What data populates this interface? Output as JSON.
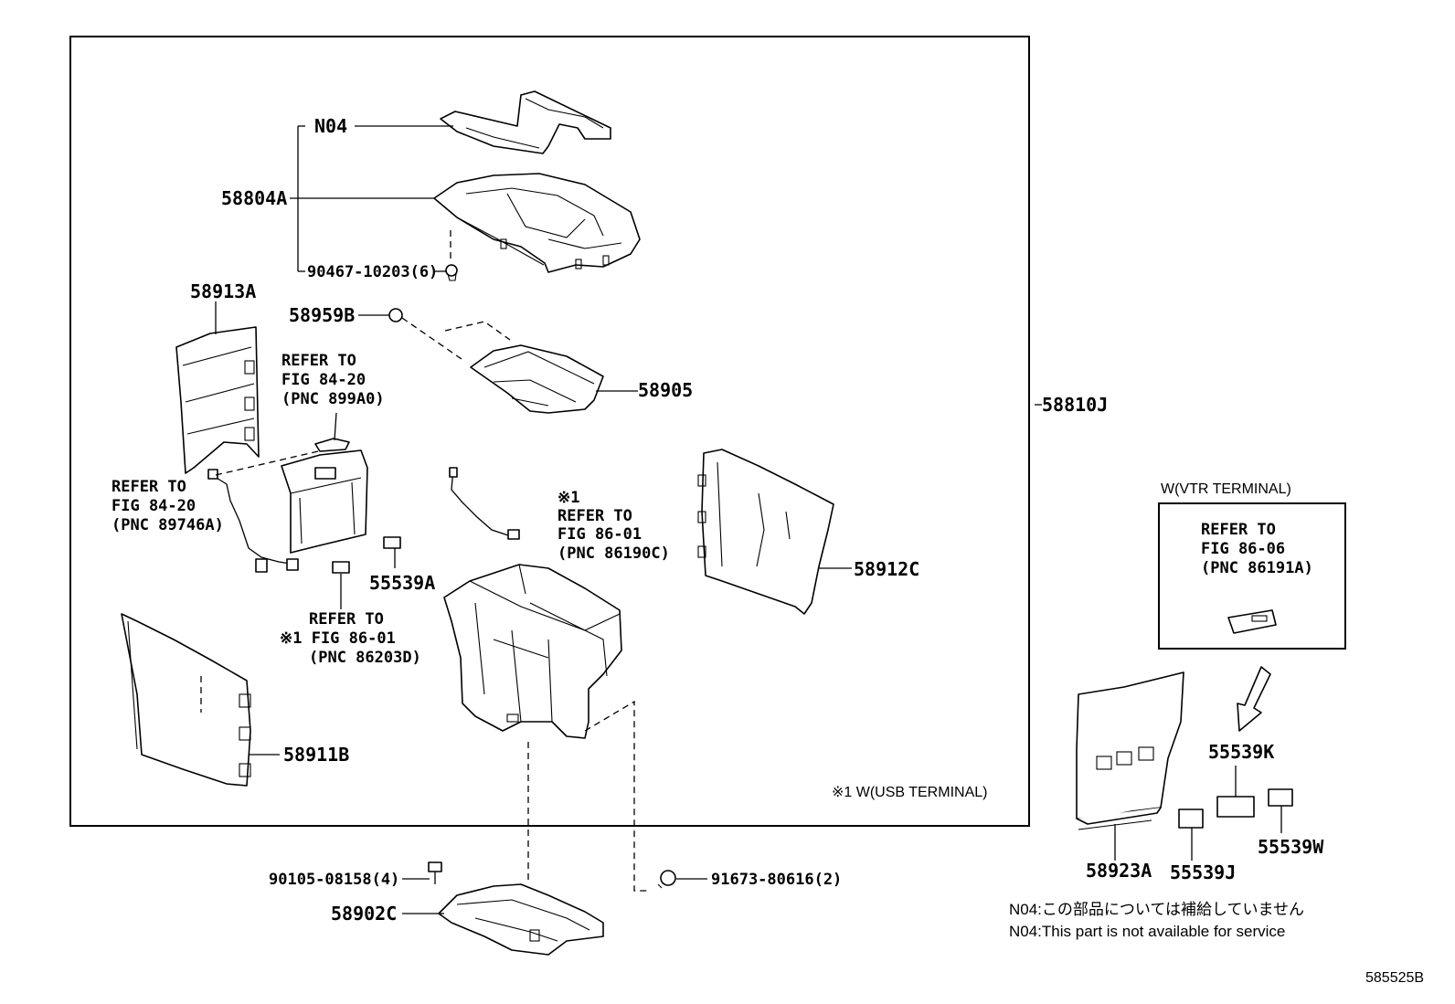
{
  "labels": {
    "n04": "N04",
    "p58804a": "58804A",
    "p90467": "90467-10203(6)",
    "p58913a": "58913A",
    "p58959b": "58959B",
    "p58905": "58905",
    "p58810j": "58810J",
    "p58912c": "58912C",
    "p55539a": "55539A",
    "p58911b": "58911B",
    "p90105": "90105-08158(4)",
    "p58902c": "58902C",
    "p91673": "91673-80616(2)",
    "p55539k": "55539K",
    "p58923a": "58923A",
    "p55539j": "55539J",
    "p55539w": "55539W",
    "diagram_code": "585525B"
  },
  "refs": {
    "ref1": [
      "REFER TO",
      "FIG 84-20",
      "(PNC 899A0)"
    ],
    "ref2": [
      "REFER TO",
      "FIG 84-20",
      "(PNC 89746A)"
    ],
    "ref3": [
      "※1",
      "REFER TO",
      "FIG 86-01",
      "(PNC 86190C)"
    ],
    "ref4": [
      "REFER TO",
      "※1 FIG 86-01",
      "(PNC 86203D)"
    ],
    "ref5": [
      "REFER TO",
      "FIG 86-06",
      "(PNC 86191A)"
    ]
  },
  "notes": {
    "usb_terminal": "※1 W(USB TERMINAL)",
    "vtr_terminal": "W(VTR TERMINAL)",
    "n04_jp": "N04:この部品については補給していません",
    "n04_en": "N04:This part is not available for service"
  }
}
